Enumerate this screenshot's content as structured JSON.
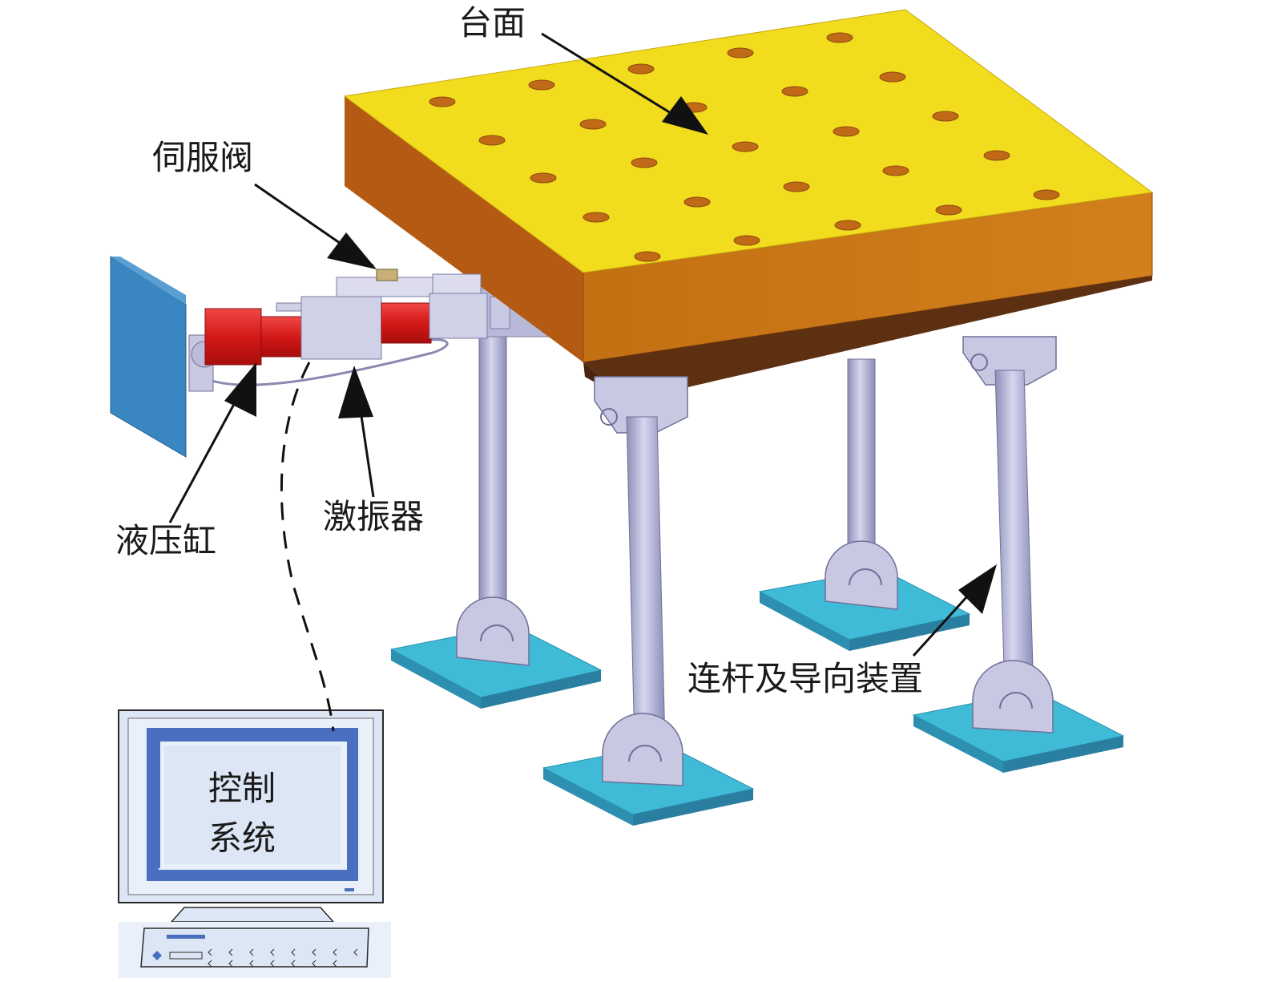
{
  "labels": {
    "table": "台面",
    "servo_valve": "伺服阀",
    "hydraulic_cylinder": "液压缸",
    "exciter": "激振器",
    "linkage_guide": "连杆及导向装置",
    "control_line1": "控制",
    "control_line2": "系统"
  },
  "colors": {
    "table_top": "#F2DC1E",
    "table_front": "#C0700F",
    "table_side": "#B55A12",
    "table_bottom": "#5A2E12",
    "hole": "#C06A18",
    "rod": "#A9A9CF",
    "base_plate": "#3FBBD8",
    "cylinder": "#D82020",
    "wall": "#3A86C0",
    "monitor_frame": "#4A6EC0",
    "monitor_screen": "#DDE6F4"
  },
  "icons": [
    "arrow-icon",
    "monitor-icon",
    "keyboard-icon"
  ]
}
